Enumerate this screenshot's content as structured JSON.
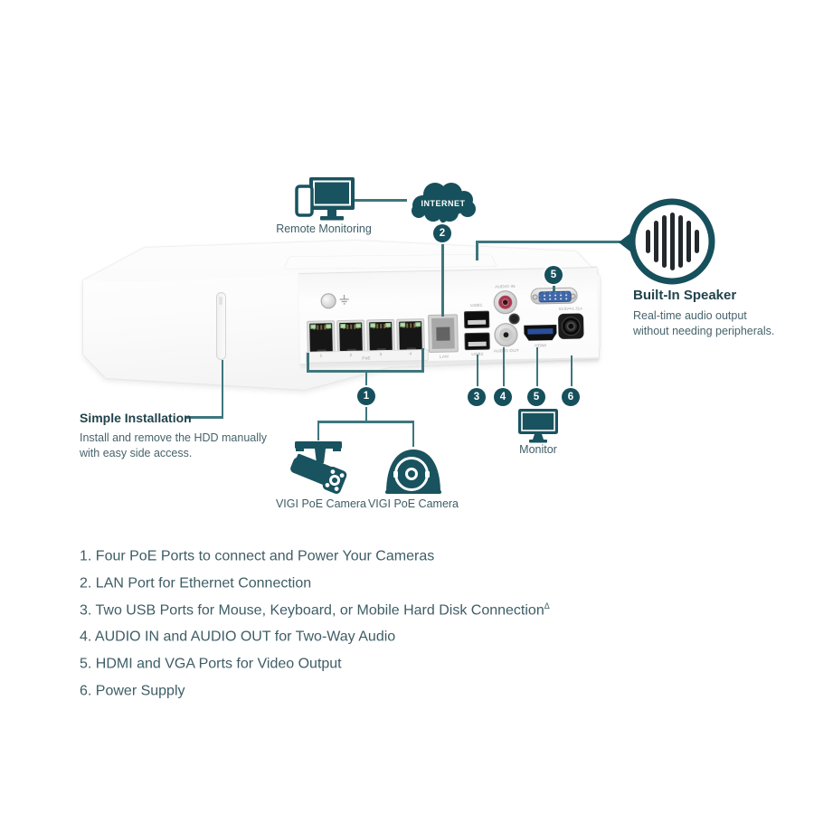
{
  "colors": {
    "teal_dark": "#19535F",
    "teal_line": "#3E767D",
    "badge_teal": "#16505C",
    "heading_text": "#22434C",
    "body_text": "#47636C",
    "list_text": "#3E5D66"
  },
  "top": {
    "remote_monitoring_label": "Remote Monitoring",
    "internet_label": "INTERNET"
  },
  "speaker": {
    "title": "Built-In Speaker",
    "line1": "Real-time audio output",
    "line2": "without needing peripherals."
  },
  "installation": {
    "title": "Simple Installation",
    "line1": "Install and remove the HDD manually",
    "line2": "with easy side access."
  },
  "device": {
    "ports": {
      "poe_numbers": [
        "1",
        "2",
        "3",
        "4"
      ],
      "poe_label": "PoE",
      "lan_label": "LAN",
      "usb1_label": "USB1",
      "usb2_label": "USB2",
      "audio_in_label": "AUDIO IN",
      "audio_out_label": "AUDIO OUT",
      "hdmi_label": "HDMI",
      "power_label": "53.5V⎓1.31A"
    }
  },
  "callouts": {
    "badge_poe": "1",
    "badge_lan": "2",
    "badge_usb": "3",
    "badge_audio": "4",
    "badge_video_top": "5",
    "badge_video_bottom": "5",
    "badge_power": "6",
    "monitor_label": "Monitor",
    "camera1_label": "VIGI PoE Camera",
    "camera2_label": "VIGI PoE Camera"
  },
  "feature_list": {
    "items": [
      {
        "text": "1. Four PoE Ports to connect and Power Your Cameras",
        "sup": ""
      },
      {
        "text": "2. LAN Port for Ethernet Connection",
        "sup": ""
      },
      {
        "text": "3. Two USB Ports for Mouse, Keyboard, or Mobile Hard Disk Connection",
        "sup": "Δ"
      },
      {
        "text": "4. AUDIO IN and AUDIO OUT for Two-Way Audio",
        "sup": ""
      },
      {
        "text": "5. HDMI and VGA Ports for Video Output",
        "sup": ""
      },
      {
        "text": "6. Power Supply",
        "sup": ""
      }
    ]
  }
}
